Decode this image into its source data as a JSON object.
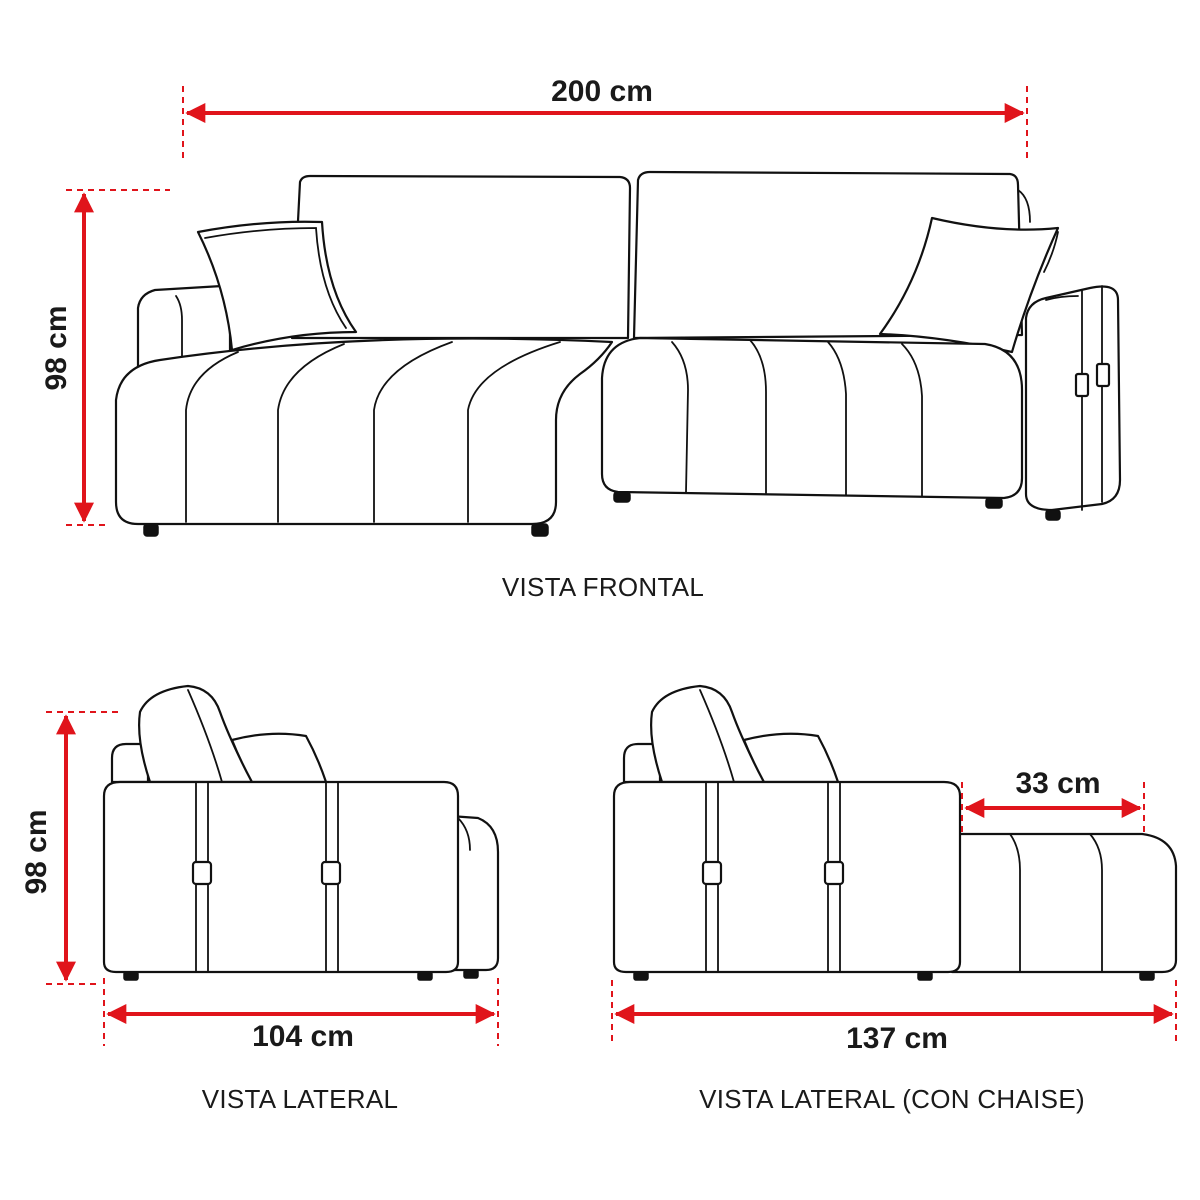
{
  "dimensions": {
    "front_width": "200 cm",
    "front_height": "98 cm",
    "side_height": "98 cm",
    "side_depth": "104 cm",
    "chaise_depth": "137 cm",
    "chaise_extension": "33 cm"
  },
  "captions": {
    "front": "VISTA FRONTAL",
    "side": "VISTA LATERAL",
    "side_chaise": "VISTA LATERAL (CON CHAISE)"
  },
  "colors": {
    "dimension_line": "#e0141b",
    "outline": "#111111",
    "text": "#1a1a1a"
  }
}
